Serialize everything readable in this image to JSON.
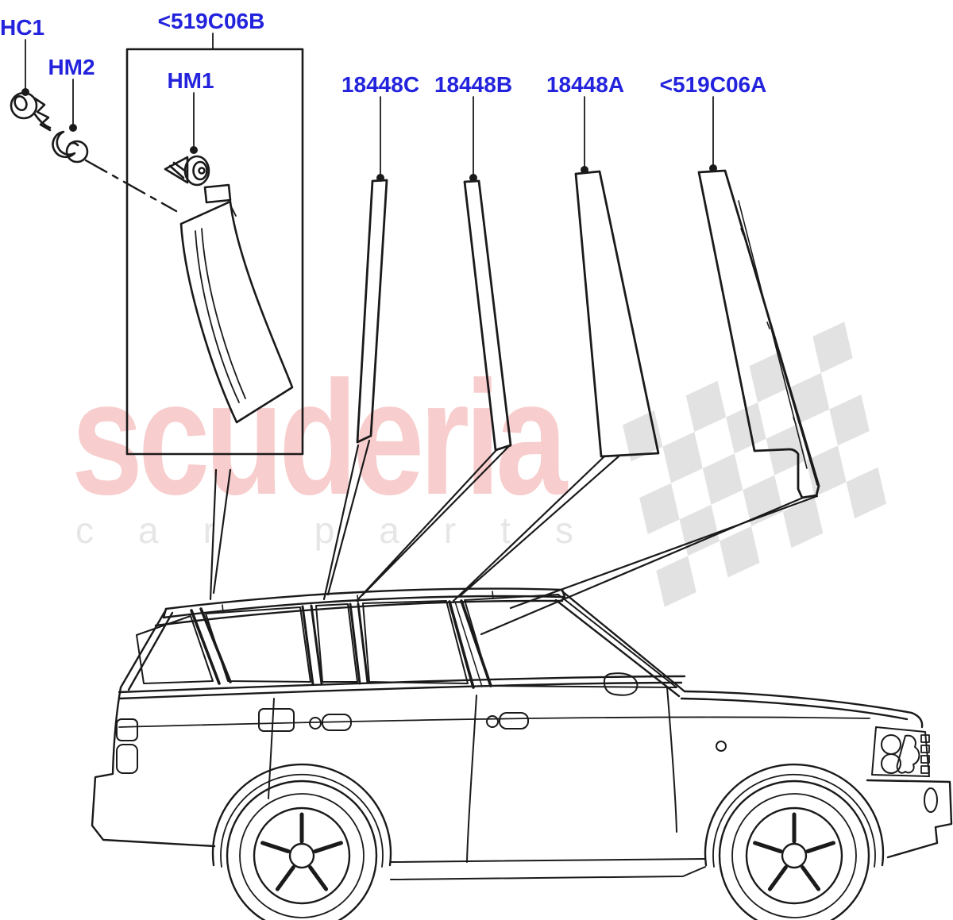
{
  "diagram": {
    "title_none": "",
    "callouts": {
      "hc1": "HC1",
      "hm2": "HM2",
      "hm1": "HM1",
      "box_part": "<519C06B",
      "strip_c": "18448C",
      "strip_b": "18448B",
      "strip_a": "18448A",
      "panel_a": "<519C06A"
    },
    "watermark": {
      "brand": "scuderia",
      "tagline": "car parts"
    },
    "colors": {
      "label_blue": "#2323dd",
      "line_black": "#1a1a1a",
      "watermark_pink": "#f8cdcd",
      "watermark_gray": "#e6e6e6",
      "flag_gray": "#e2e2e2"
    }
  }
}
